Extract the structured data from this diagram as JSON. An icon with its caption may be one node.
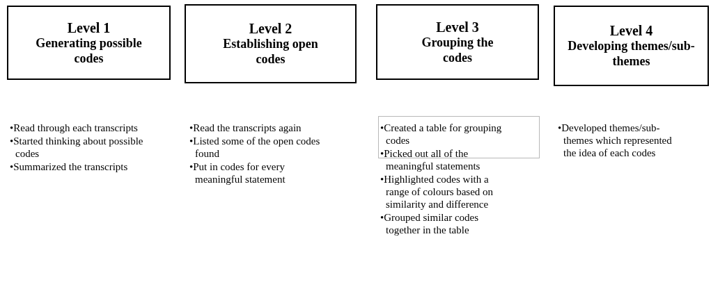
{
  "diagram": {
    "nodes": [
      {
        "text": [
          "Level 1",
          "Generating possible codes"
        ],
        "beside": [
          "•Read through each transcripts",
          "•Started thinking about possible codes",
          "•Summarized the transcripts"
        ]
      },
      {
        "text": [
          "Level 2",
          "Establishing open codes"
        ],
        "beside": [
          "•Read the transcripts again",
          "•Listed some of the open codes found",
          "•Put in codes for every meaningful statement"
        ]
      },
      {
        "text": [
          "Level 3",
          "Grouping the codes"
        ],
        "beside": [
          "•Created a table for grouping codes",
          "•Picked out all of the meaningful statements",
          "•Highlighted codes with a range of colours based on similarity and difference",
          "•Grouped similar codes together in the table"
        ]
      },
      {
        "text": [
          "Level 4",
          "Developing themes/sub-themes"
        ],
        "beside": [
          "•Developed themes/sub-themes which represented the idea of each codes"
        ]
      }
    ],
    "edges": []
  }
}
